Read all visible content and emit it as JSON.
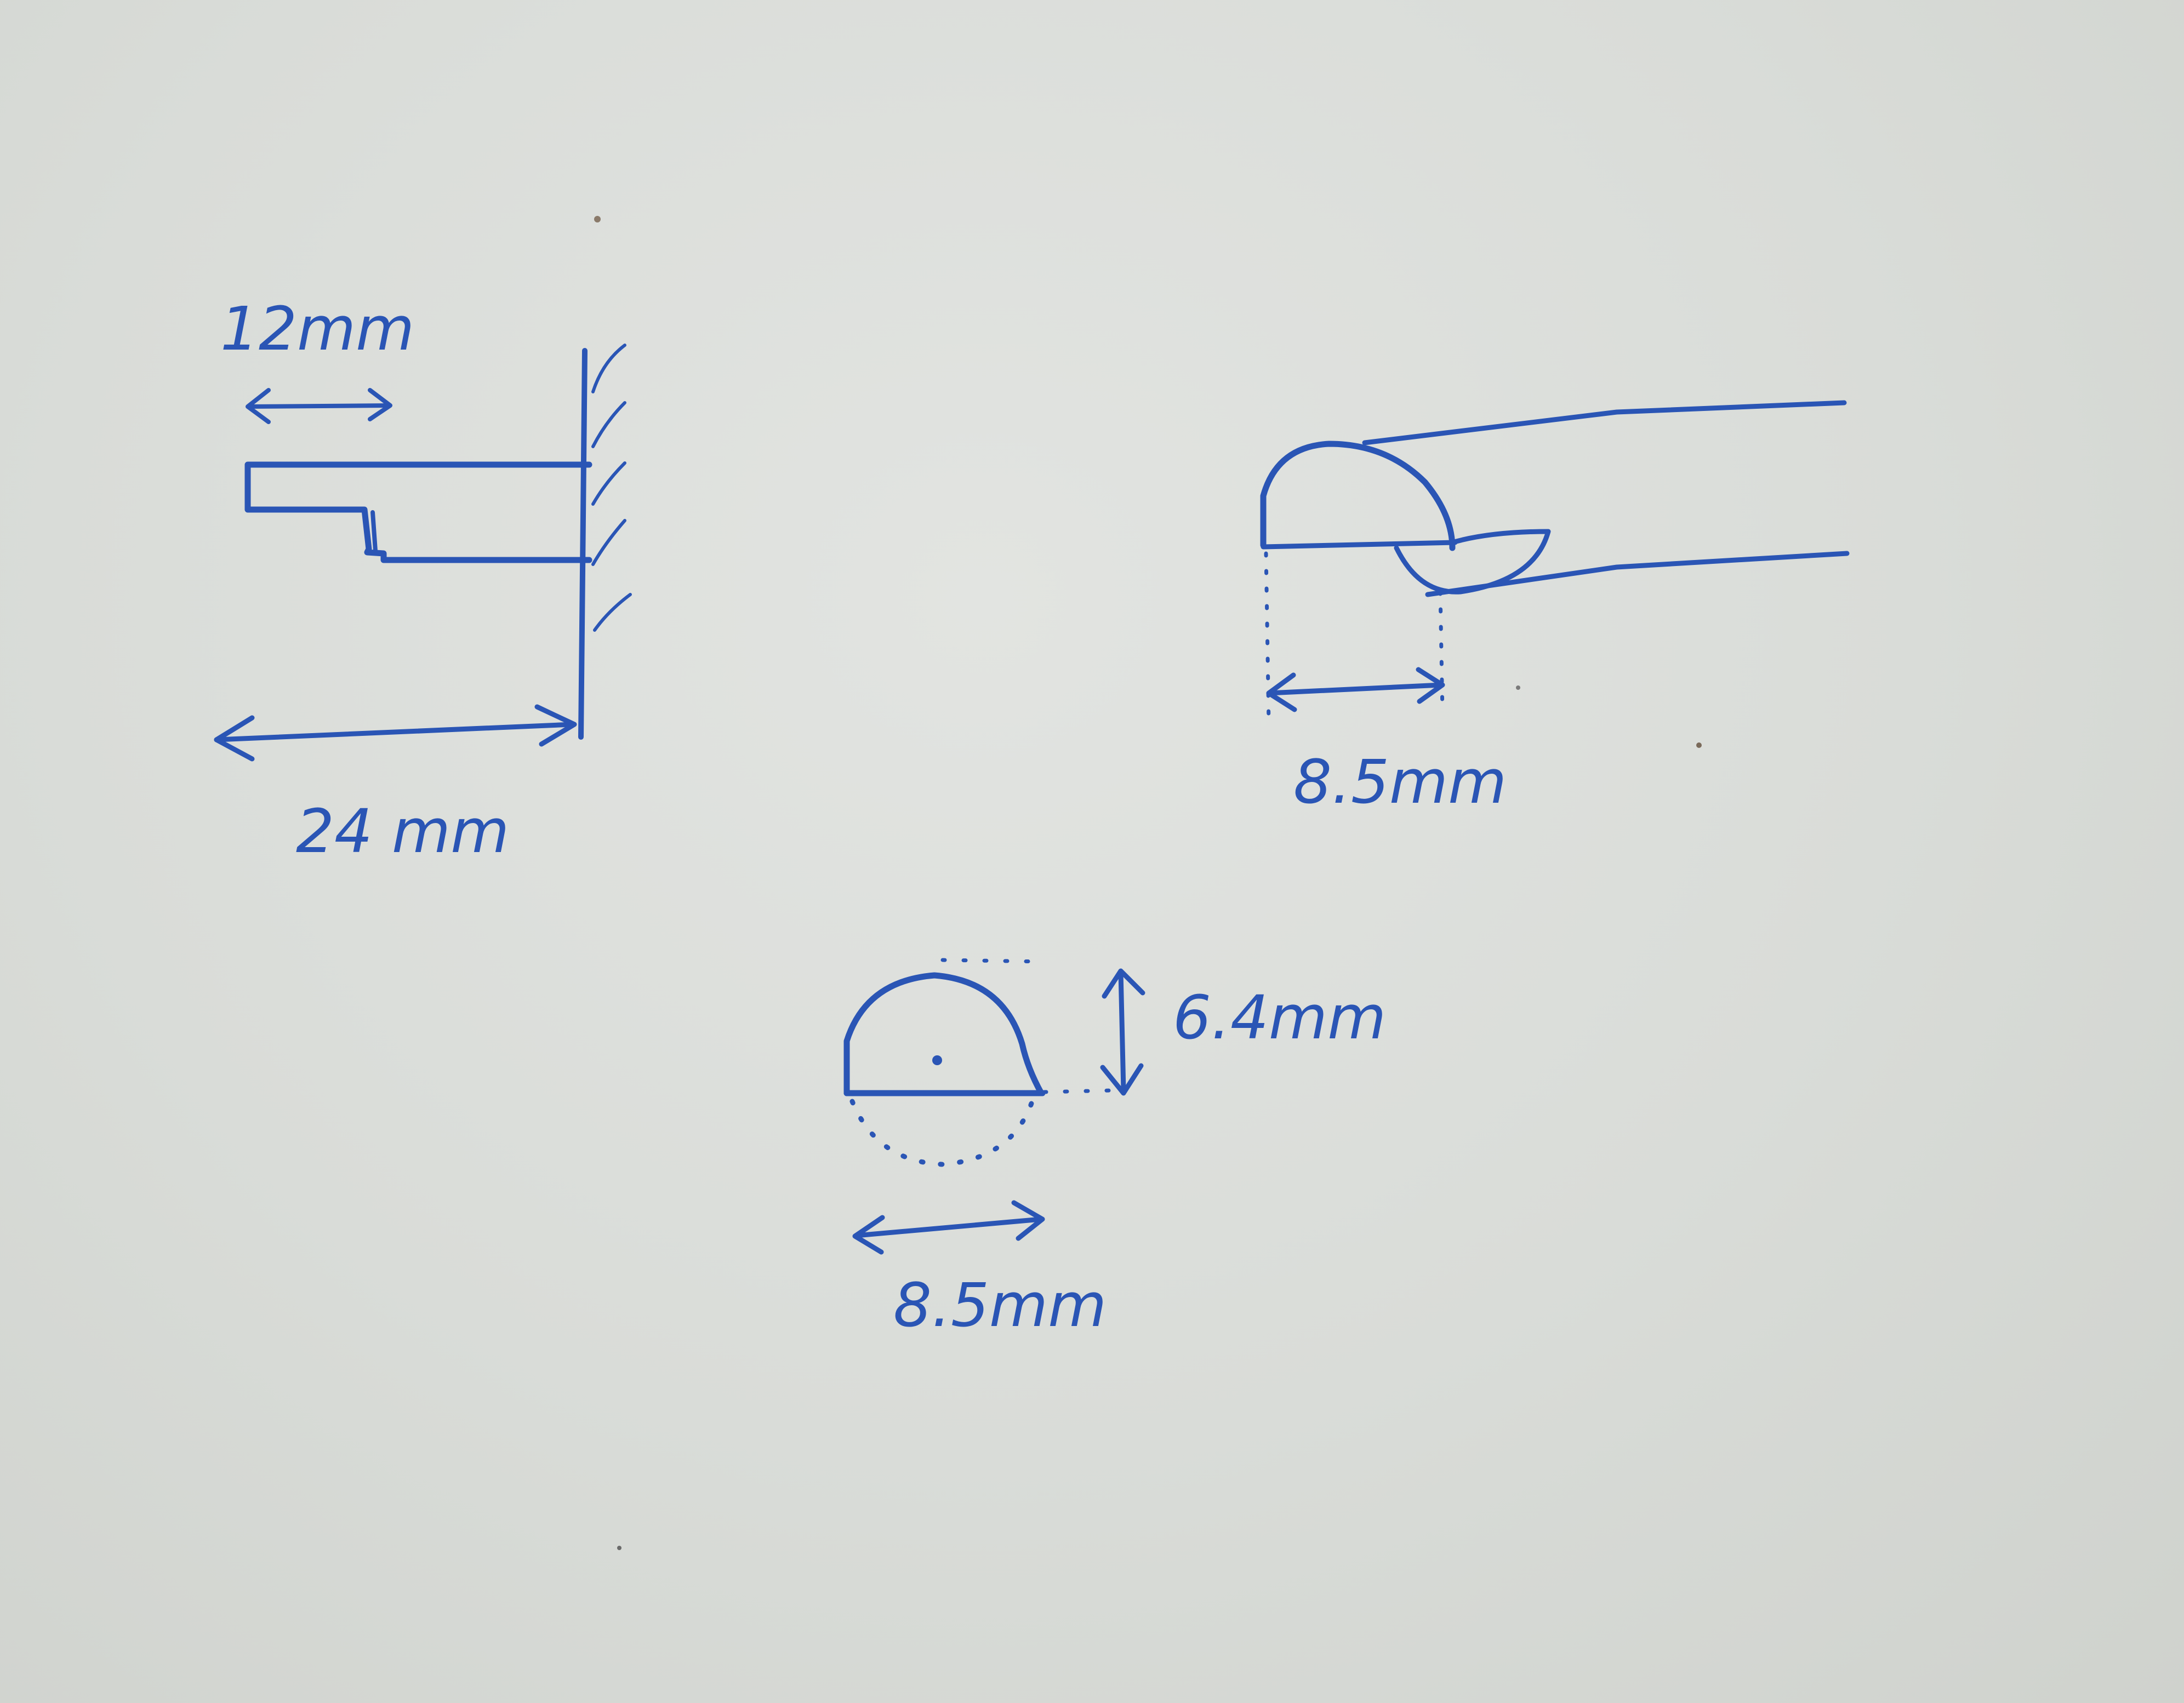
{
  "colors": {
    "ink": "#2a55b5",
    "paper": "#d9dcd8"
  },
  "labels": {
    "dim_12mm": "12mm",
    "dim_24mm": "24 mm",
    "dim_8_5mm_side": "8.5mm",
    "dim_6_4mm": "6.4mm",
    "dim_8_5mm_end": "8.5mm"
  }
}
